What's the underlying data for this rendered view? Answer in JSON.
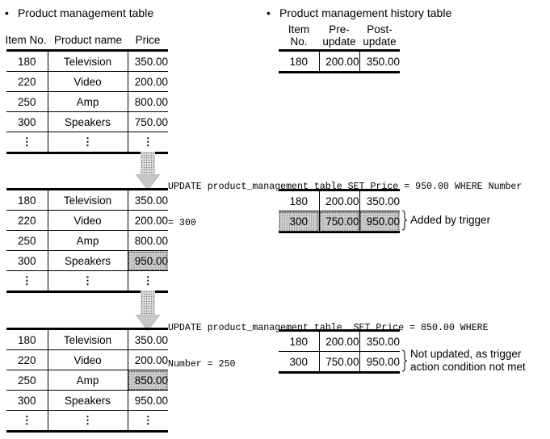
{
  "headings": {
    "left": "Product management table",
    "right": "Product management history table",
    "bullet": "•"
  },
  "product_columns": [
    "Item No.",
    "Product name",
    "Price"
  ],
  "history_columns": {
    "item": [
      "Item",
      "No."
    ],
    "pre": [
      "Pre-",
      "update"
    ],
    "post": [
      "Post-",
      "update"
    ]
  },
  "dots": "⋮",
  "table1": [
    [
      "180",
      "Television",
      "350.00"
    ],
    [
      "220",
      "Video",
      "200.00"
    ],
    [
      "250",
      "Amp",
      "800.00"
    ],
    [
      "300",
      "Speakers",
      "750.00"
    ]
  ],
  "table2": [
    [
      "180",
      "Television",
      "350.00"
    ],
    [
      "220",
      "Video",
      "200.00"
    ],
    [
      "250",
      "Amp",
      "800.00"
    ],
    [
      "300",
      "Speakers",
      "950.00"
    ]
  ],
  "table3": [
    [
      "180",
      "Television",
      "350.00"
    ],
    [
      "220",
      "Video",
      "200.00"
    ],
    [
      "250",
      "Amp",
      "850.00"
    ],
    [
      "300",
      "Speakers",
      "950.00"
    ]
  ],
  "history1": [
    [
      "180",
      "200.00",
      "350.00"
    ]
  ],
  "history2": [
    [
      "180",
      "200.00",
      "350.00"
    ],
    [
      "300",
      "750.00",
      "950.00"
    ]
  ],
  "history3": [
    [
      "180",
      "200.00",
      "350.00"
    ],
    [
      "300",
      "750.00",
      "950.00"
    ]
  ],
  "sql1": [
    "UPDATE product_management_table SET Price = 950.00 WHERE Number",
    "= 300"
  ],
  "sql2": [
    "UPDATE product_management_table  SET Price = 850.00 WHERE",
    "Number = 250"
  ],
  "notes": {
    "added": "Added by trigger",
    "not_updated": [
      "Not updated, as trigger",
      "action condition not met"
    ]
  }
}
